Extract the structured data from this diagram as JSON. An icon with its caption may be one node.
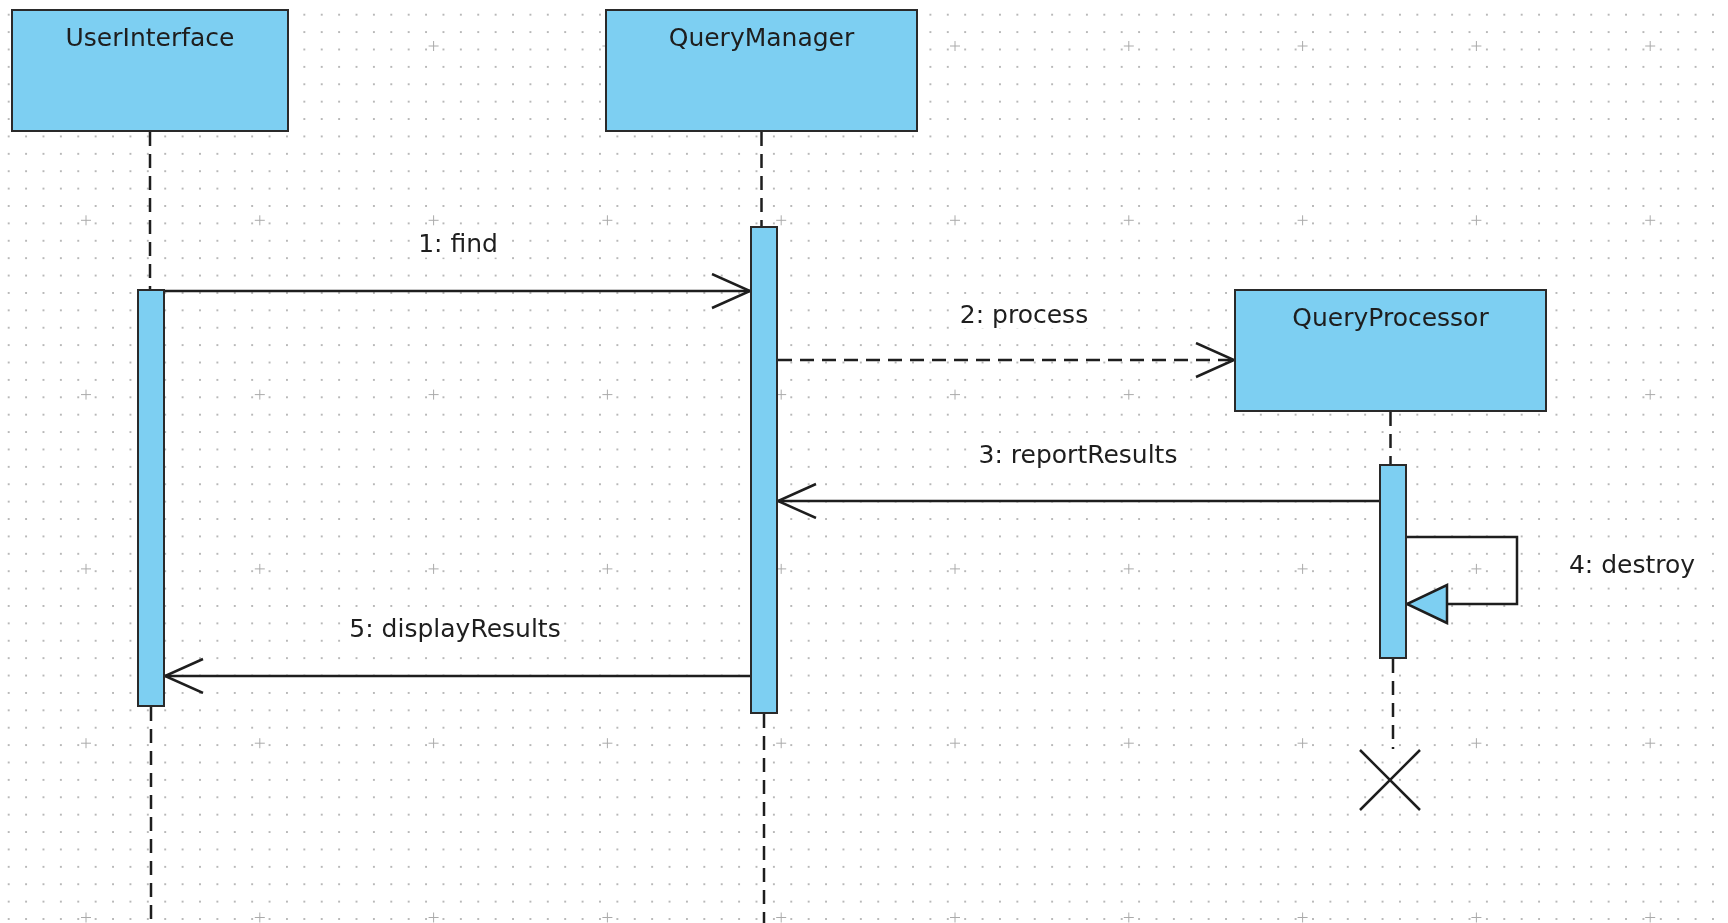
{
  "diagram": {
    "nodes": [
      {
        "text": [
          "UserInterface"
        ]
      },
      {
        "text": [
          "QueryManager"
        ]
      },
      {
        "text": [
          "QueryProcessor"
        ]
      },
      {
        "text": [],
        "shape": "bar"
      },
      {
        "text": [],
        "shape": "bar"
      },
      {
        "text": [],
        "shape": "bar"
      },
      {
        "text": [],
        "shape": "cross"
      }
    ],
    "edges": [
      {
        "from": 0,
        "to": 3,
        "arrow": "none",
        "style": "dashed"
      },
      {
        "from": 3,
        "to": null,
        "arrow": "none",
        "style": "dashed"
      },
      {
        "from": 1,
        "to": 4,
        "arrow": "none",
        "style": "dashed"
      },
      {
        "from": 4,
        "to": null,
        "arrow": "none",
        "style": "dashed"
      },
      {
        "from": 2,
        "to": 5,
        "arrow": "none",
        "style": "dashed"
      },
      {
        "from": 5,
        "to": 6,
        "arrow": "none",
        "style": "dashed"
      },
      {
        "from": 3,
        "to": 4,
        "arrow": "to",
        "label": "1: find"
      },
      {
        "from": 4,
        "to": 2,
        "arrow": "to",
        "label": "2: process",
        "style": "dashed"
      },
      {
        "from": 5,
        "to": 4,
        "arrow": "to",
        "label": "3: reportResults"
      },
      {
        "from": 5,
        "to": 5,
        "arrow": "to",
        "label": "4: destroy"
      },
      {
        "from": 4,
        "to": 3,
        "arrow": "to",
        "label": "5: displayResults"
      }
    ]
  }
}
